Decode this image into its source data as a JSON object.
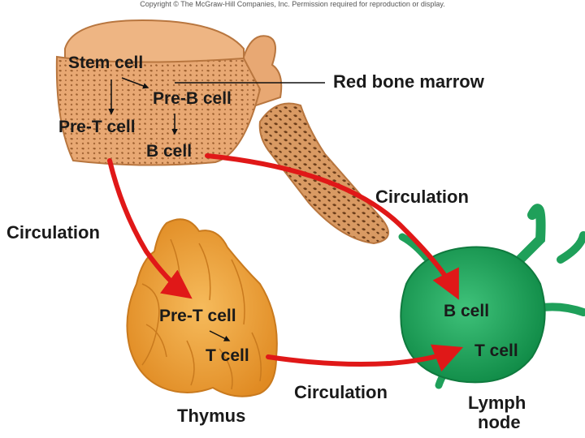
{
  "copyright": "Copyright © The McGraw-Hill Companies, Inc. Permission required for reproduction or display.",
  "labels": {
    "red_bone_marrow": "Red bone marrow",
    "stem_cell": "Stem cell",
    "pre_b_cell": "Pre-B cell",
    "pre_t_cell_marrow": "Pre-T cell",
    "b_cell_marrow": "B cell",
    "circulation_left": "Circulation",
    "circulation_right": "Circulation",
    "circulation_bottom": "Circulation",
    "pre_t_cell_thymus": "Pre-T cell",
    "t_cell_thymus": "T cell",
    "thymus": "Thymus",
    "b_cell_lymph": "B cell",
    "t_cell_lymph": "T cell",
    "lymph_node_line1": "Lymph",
    "lymph_node_line2": "node"
  },
  "colors": {
    "bone": "#e8a873",
    "bone_dark": "#b8763f",
    "thymus": "#f0a640",
    "thymus_dark": "#c97a1e",
    "lymph_node": "#1fa05a",
    "lymph_node_dark": "#0f7a3e",
    "arrow_red": "#e01818"
  }
}
